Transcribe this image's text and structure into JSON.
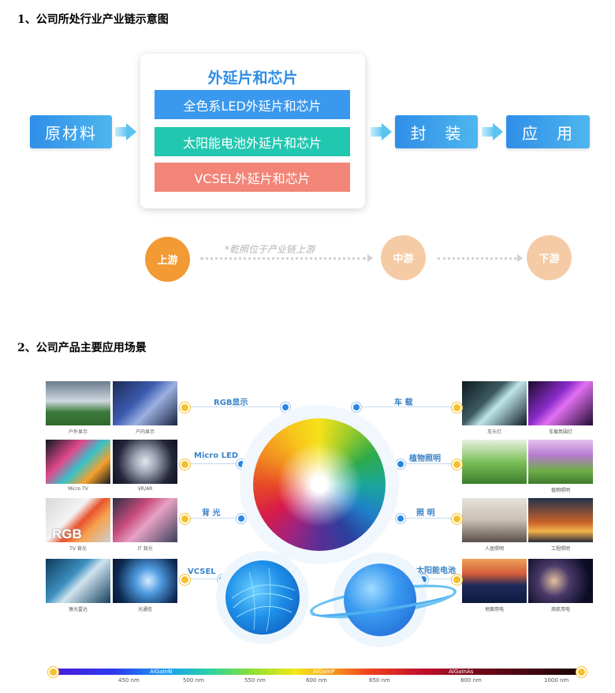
{
  "section1": {
    "heading": "1、公司所处行业产业链示意图",
    "raw_material": "原材料",
    "card_title": "外延片和芯片",
    "bars": [
      {
        "label": "全色系LED外延片和芯片",
        "color": "#3a98ee"
      },
      {
        "label": "太阳能电池外延片和芯片",
        "color": "#22c7b0"
      },
      {
        "label": "VCSEL外延片和芯片",
        "color": "#f28577"
      }
    ],
    "packaging": "封　装",
    "application": "应　用",
    "upstream": "上游",
    "midstream": "中游",
    "downstream": "下游",
    "note": "*乾照位于产业链上游"
  },
  "section2": {
    "heading": "2、公司产品主要应用场景",
    "left_labels": [
      "RGB显示",
      "Micro LED",
      "背 光",
      "VCSEL"
    ],
    "right_labels": [
      "车 载",
      "植物照明",
      "照 明",
      "太阳能电池"
    ],
    "left_captions": [
      [
        "户外显示",
        "户内显示"
      ],
      [
        "Micro TV",
        "VR/AR"
      ],
      [
        "TV 背光",
        "IT 背光"
      ],
      [
        "激光雷达",
        "光通信"
      ]
    ],
    "right_captions": [
      [
        "车头灯",
        "车载氛围灯"
      ],
      [
        "",
        "植物照明"
      ],
      [
        "人居照明",
        "工程照明"
      ],
      [
        "地面用电",
        "商航用电"
      ]
    ],
    "rgb_text": "RGB",
    "spectrum": {
      "materials": [
        "AlGaInN",
        "AlGaInP",
        "AlGaInAs"
      ],
      "ticks": [
        "450 nm",
        "500 nm",
        "550 nm",
        "600 nm",
        "650 nm",
        "800 nm",
        "1000 nm"
      ]
    }
  }
}
